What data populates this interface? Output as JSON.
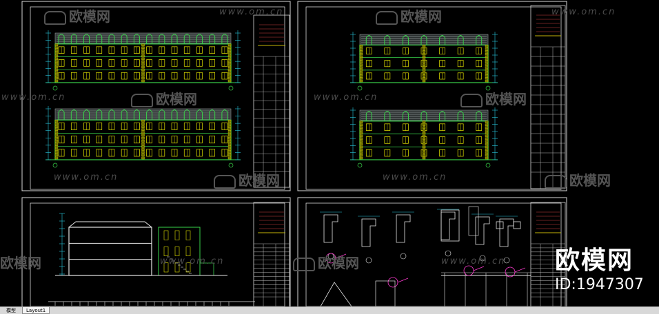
{
  "tabs": [
    {
      "label": "模型"
    },
    {
      "label": "Layout1"
    }
  ],
  "watermarks": {
    "site": "www.om.cn",
    "brand": "欧模网"
  },
  "brand_overlay": {
    "name": "欧模网",
    "id": "ID:1947307"
  },
  "colors": {
    "background": "#000000",
    "frame": "#d9d9d9",
    "facade": "#39d34a",
    "windows": "#e6e600",
    "roof": "#9aa0a0",
    "dimension": "#29c9e0",
    "annotation": "#ff3bd0",
    "section": "#e6e6e6"
  }
}
